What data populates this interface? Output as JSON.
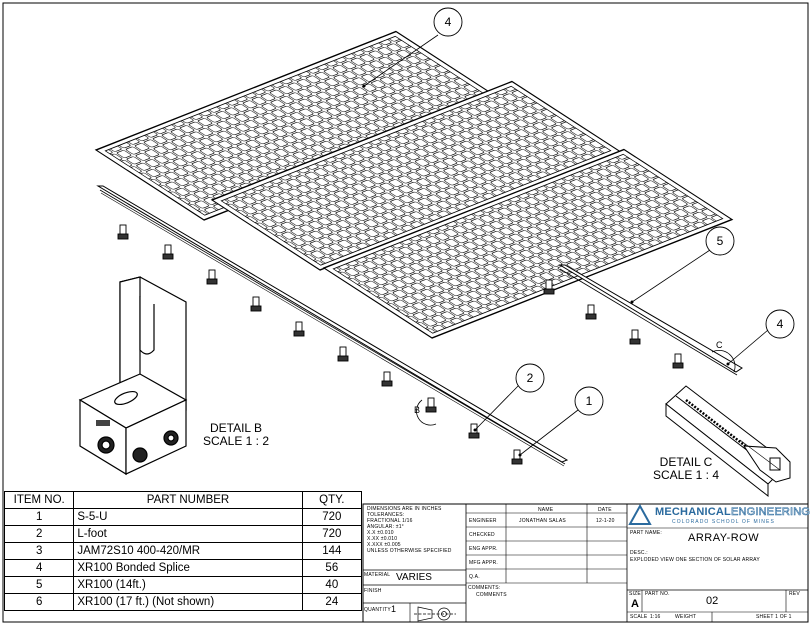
{
  "drawing": {
    "details": [
      {
        "title": "DETAIL B",
        "scale": "SCALE 1 : 2"
      },
      {
        "title": "DETAIL C",
        "scale": "SCALE 1 : 4"
      }
    ],
    "balloons": [
      "4",
      "5",
      "4",
      "2",
      "1"
    ],
    "detail_markers": [
      "B",
      "C"
    ]
  },
  "bom": {
    "headers": [
      "ITEM NO.",
      "PART NUMBER",
      "QTY."
    ],
    "rows": [
      {
        "item": "1",
        "part": "S-5-U",
        "qty": "720"
      },
      {
        "item": "2",
        "part": "L-foot",
        "qty": "720"
      },
      {
        "item": "3",
        "part": "JAM72S10 400-420/MR",
        "qty": "144"
      },
      {
        "item": "4",
        "part": "XR100 Bonded Splice",
        "qty": "56"
      },
      {
        "item": "5",
        "part": "XR100 (14ft.)",
        "qty": "40"
      },
      {
        "item": "6",
        "part": "XR100 (17 ft.) (Not shown)",
        "qty": "24"
      }
    ]
  },
  "title_block": {
    "notes": [
      "DIMENSIONS ARE IN INCHES",
      "TOLERANCES:",
      "FRACTIONAL 1/16",
      "ANGULAR: ±1°",
      "X.X  ±0.010",
      "X.XX  ±0.010",
      "X.XXX  ±0.005",
      "UNLESS OTHERWISE SPECIFIED"
    ],
    "material_label": "MATERIAL",
    "material_value": "VARIES",
    "finish_label": "FINISH",
    "quantity_label": "QUANTITY",
    "quantity_value": "1",
    "name_header": "NAME",
    "date_header": "DATE",
    "roles": [
      "ENGINEER",
      "CHECKED",
      "ENG APPR.",
      "MFG APPR.",
      "Q.A."
    ],
    "engineer_name": "JONATHAN SALAS",
    "engineer_date": "12-1-20",
    "comments_label": "COMMENTS:",
    "comments_value": "COMMENTS",
    "logo_main": "MECHANICAL",
    "logo_accent": "ENGINEERING",
    "logo_sub": "COLORADO SCHOOL OF MINES",
    "part_name_label": "PART NAME:",
    "part_name": "ARRAY-ROW",
    "desc_label": "DESC.:",
    "desc": "EXPLODED VIEW ONE SECTION OF SOLAR ARRAY",
    "size_label": "SIZE",
    "size": "A",
    "part_no_label": "PART NO.",
    "part_no": "02",
    "rev_label": "REV",
    "scale_label": "SCALE",
    "scale": "1:16",
    "weight_label": "WEIGHT",
    "sheet_label": "SHEET 1 OF 1"
  },
  "colors": {
    "ink": "#000000",
    "logo_blue": "#2a6a9e"
  }
}
